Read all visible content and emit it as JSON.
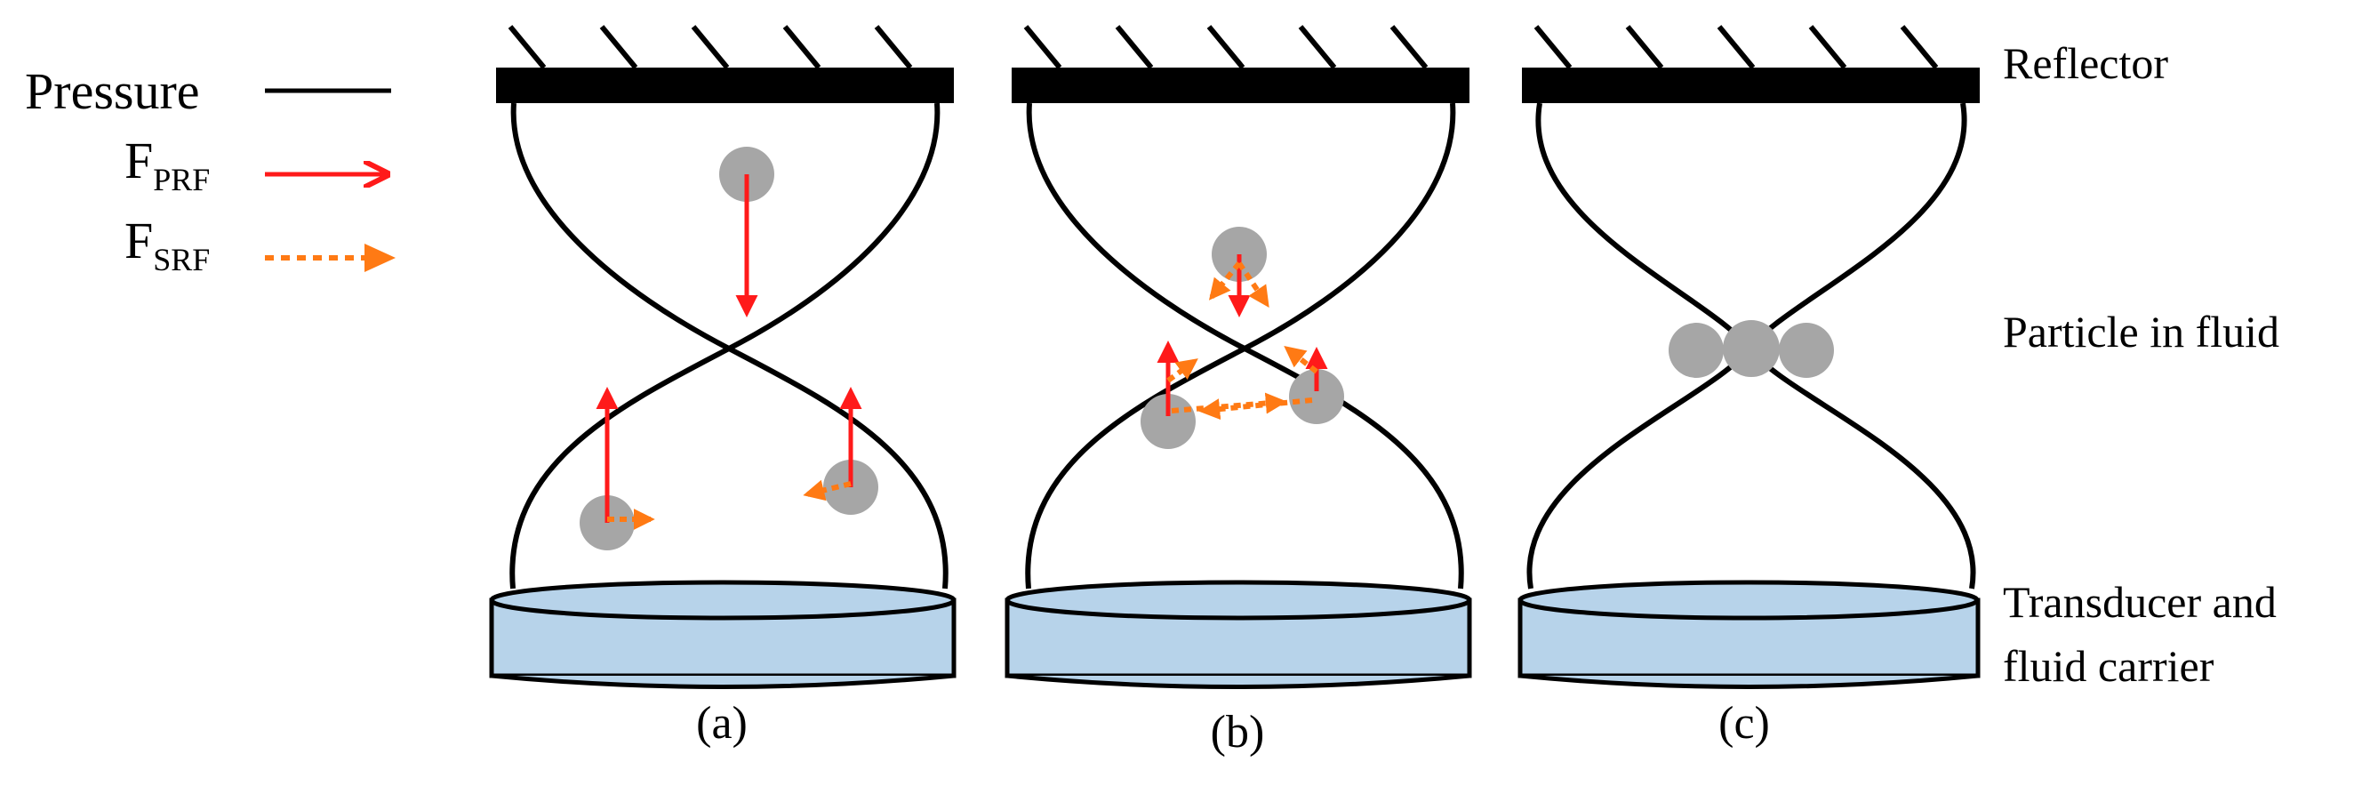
{
  "legend": {
    "pressure_label": "Pressure",
    "fprf_main": "F",
    "fprf_sub": "PRF",
    "fsrf_main": "F",
    "fsrf_sub": "SRF"
  },
  "side_labels": {
    "reflector": "Reflector",
    "particle": "Particle in fluid",
    "transducer_line1": "Transducer and",
    "transducer_line2": "fluid carrier"
  },
  "panels": [
    {
      "label": "(a)"
    },
    {
      "label": "(b)"
    },
    {
      "label": "(c)"
    }
  ],
  "colors": {
    "pressure": "#000000",
    "primary_force": "#ff1a1a",
    "secondary_force": "#ff7a14",
    "particle": "#a6a6a6",
    "transducer_fill": "#b7d3ea",
    "reflector": "#000000"
  }
}
